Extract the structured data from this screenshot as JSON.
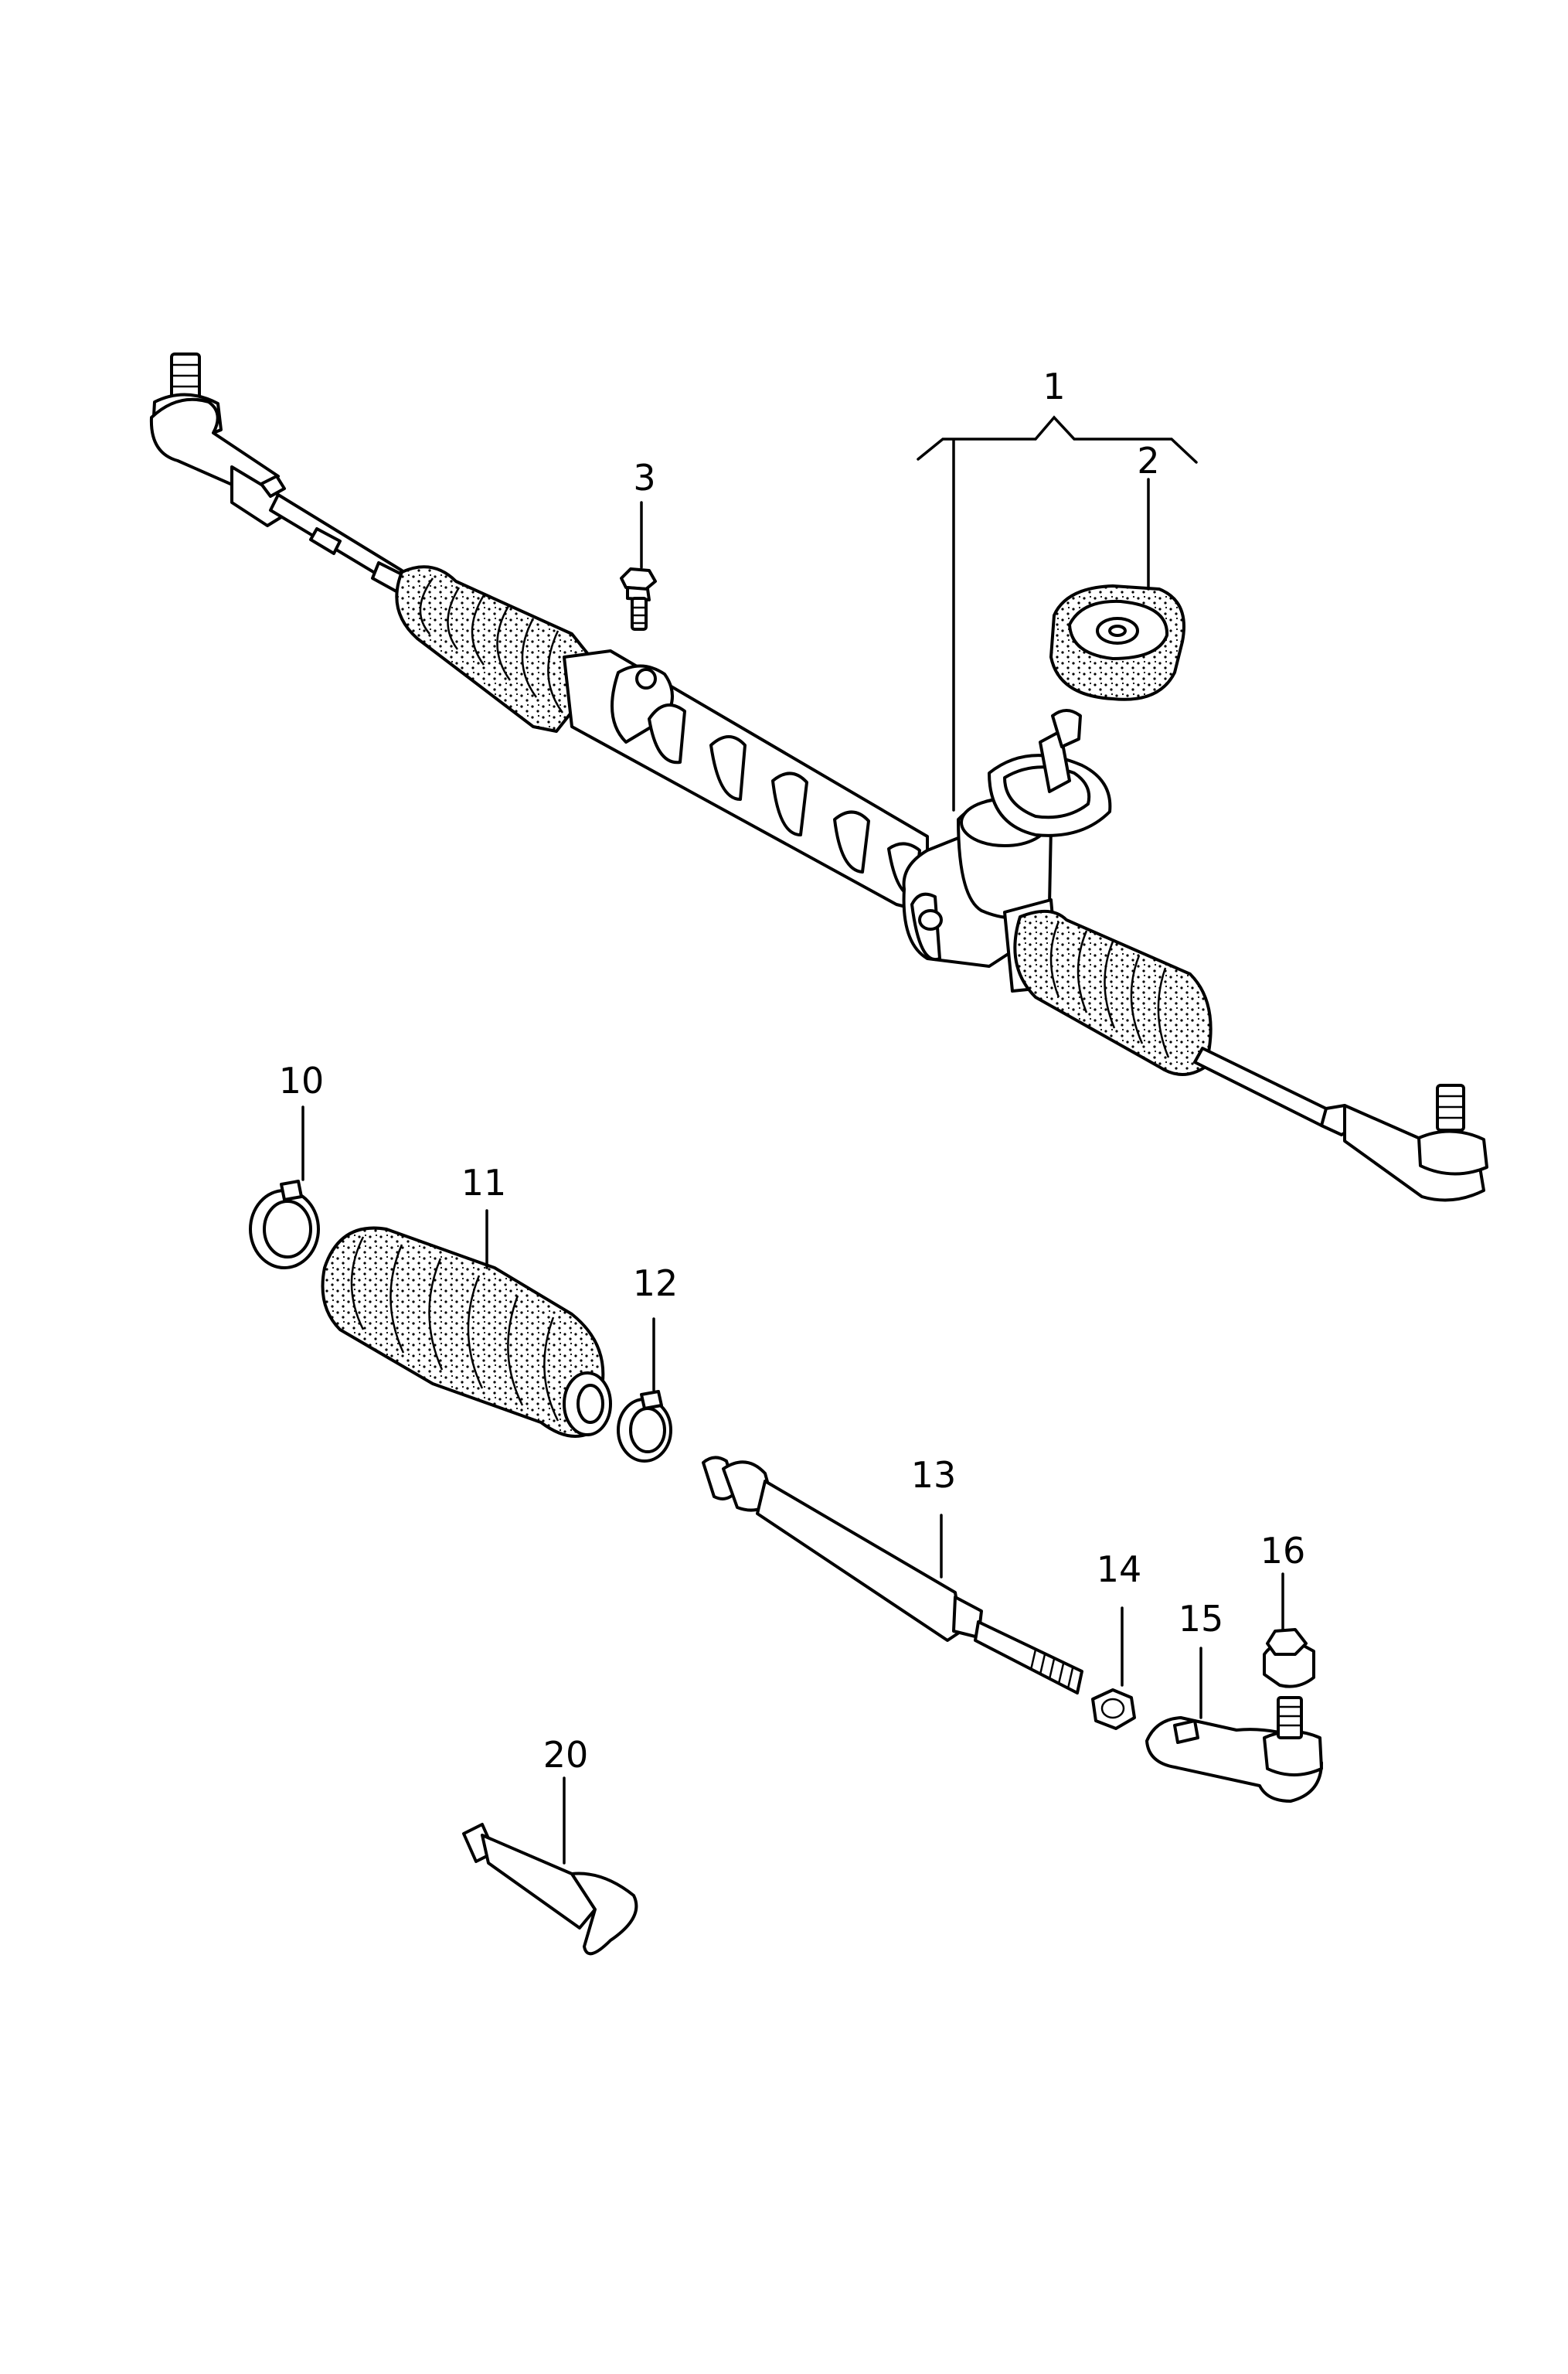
{
  "diagram": {
    "background": "#ffffff",
    "stroke_color": "#000000"
  },
  "callouts": {
    "c1": "1",
    "c2": "2",
    "c3": "3",
    "c10": "10",
    "c11": "11",
    "c12": "12",
    "c13": "13",
    "c14": "14",
    "c15": "15",
    "c16": "16",
    "c20": "20"
  }
}
